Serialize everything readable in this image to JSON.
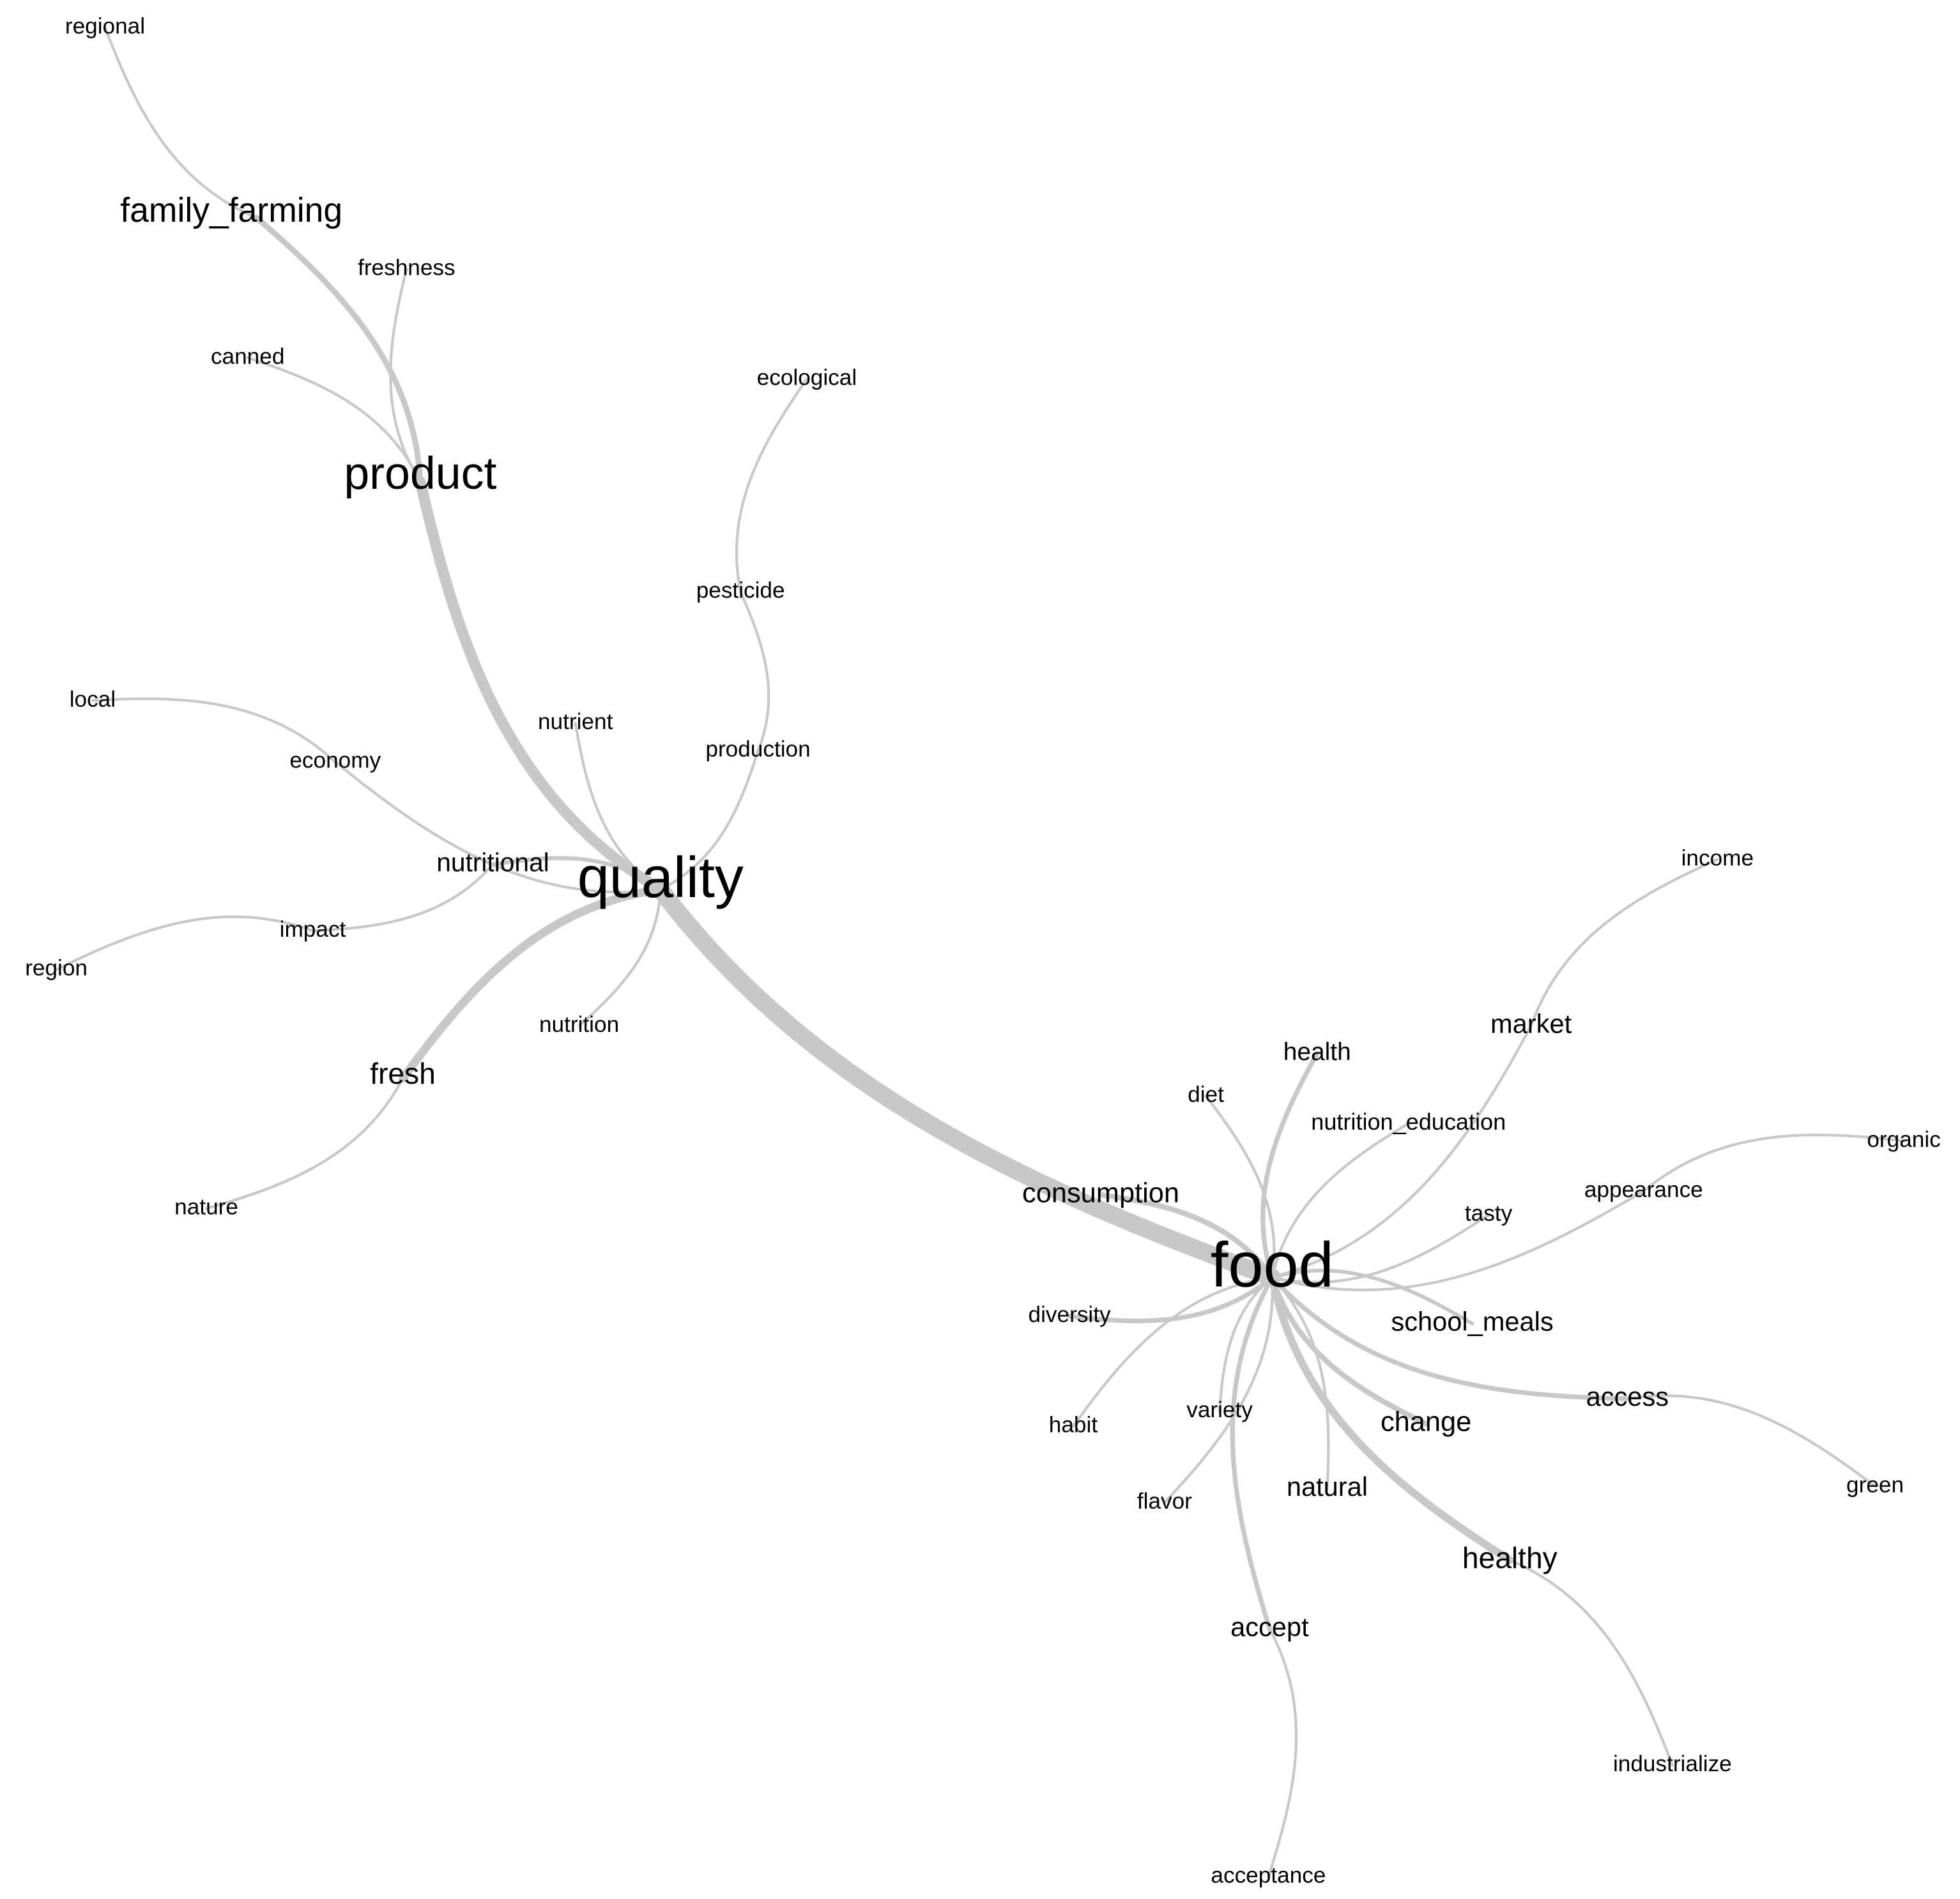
{
  "graph": {
    "edge_color": "#c8c8c8",
    "text_color": "#000000",
    "background": "#ffffff",
    "nodes": [
      {
        "id": "regional",
        "label": "regional",
        "weight": 1
      },
      {
        "id": "family_farming",
        "label": "family_farming",
        "weight": 3
      },
      {
        "id": "freshness",
        "label": "freshness",
        "weight": 1
      },
      {
        "id": "canned",
        "label": "canned",
        "weight": 1
      },
      {
        "id": "product",
        "label": "product",
        "weight": 5
      },
      {
        "id": "ecological",
        "label": "ecological",
        "weight": 1
      },
      {
        "id": "pesticide",
        "label": "pesticide",
        "weight": 1
      },
      {
        "id": "local",
        "label": "local",
        "weight": 1
      },
      {
        "id": "economy",
        "label": "economy",
        "weight": 1
      },
      {
        "id": "nutrient",
        "label": "nutrient",
        "weight": 1
      },
      {
        "id": "production",
        "label": "production",
        "weight": 1
      },
      {
        "id": "nutritional",
        "label": "nutritional",
        "weight": 1.6
      },
      {
        "id": "quality",
        "label": "quality",
        "weight": 7
      },
      {
        "id": "impact",
        "label": "impact",
        "weight": 1
      },
      {
        "id": "region",
        "label": "region",
        "weight": 1
      },
      {
        "id": "nutrition",
        "label": "nutrition",
        "weight": 1
      },
      {
        "id": "fresh",
        "label": "fresh",
        "weight": 2.2
      },
      {
        "id": "nature",
        "label": "nature",
        "weight": 1
      },
      {
        "id": "income",
        "label": "income",
        "weight": 1
      },
      {
        "id": "market",
        "label": "market",
        "weight": 1.7
      },
      {
        "id": "health",
        "label": "health",
        "weight": 1.4
      },
      {
        "id": "diet",
        "label": "diet",
        "weight": 1
      },
      {
        "id": "nutrition_education",
        "label": "nutrition_education",
        "weight": 1.1
      },
      {
        "id": "organic",
        "label": "organic",
        "weight": 1
      },
      {
        "id": "consumption",
        "label": "consumption",
        "weight": 1.9
      },
      {
        "id": "appearance",
        "label": "appearance",
        "weight": 1
      },
      {
        "id": "tasty",
        "label": "tasty",
        "weight": 1
      },
      {
        "id": "food",
        "label": "food",
        "weight": 8
      },
      {
        "id": "diversity",
        "label": "diversity",
        "weight": 1
      },
      {
        "id": "school_meals",
        "label": "school_meals",
        "weight": 1.7
      },
      {
        "id": "access",
        "label": "access",
        "weight": 1.7
      },
      {
        "id": "habit",
        "label": "habit",
        "weight": 1
      },
      {
        "id": "variety",
        "label": "variety",
        "weight": 1
      },
      {
        "id": "change",
        "label": "change",
        "weight": 1.9
      },
      {
        "id": "green",
        "label": "green",
        "weight": 1
      },
      {
        "id": "flavor",
        "label": "flavor",
        "weight": 1
      },
      {
        "id": "natural",
        "label": "natural",
        "weight": 1.7
      },
      {
        "id": "healthy",
        "label": "healthy",
        "weight": 2.2
      },
      {
        "id": "accept",
        "label": "accept",
        "weight": 1.7
      },
      {
        "id": "industrialize",
        "label": "industrialize",
        "weight": 1
      },
      {
        "id": "acceptance",
        "label": "acceptance",
        "weight": 1
      }
    ],
    "edges": [
      {
        "source": "quality",
        "target": "food",
        "weight": 10
      },
      {
        "source": "quality",
        "target": "product",
        "weight": 6
      },
      {
        "source": "quality",
        "target": "fresh",
        "weight": 4.5
      },
      {
        "source": "quality",
        "target": "nutrient",
        "weight": 1
      },
      {
        "source": "quality",
        "target": "production",
        "weight": 1
      },
      {
        "source": "quality",
        "target": "economy",
        "weight": 1
      },
      {
        "source": "quality",
        "target": "nutritional",
        "weight": 1.8
      },
      {
        "source": "quality",
        "target": "nutrition",
        "weight": 1
      },
      {
        "source": "production",
        "target": "pesticide",
        "weight": 1
      },
      {
        "source": "pesticide",
        "target": "ecological",
        "weight": 1
      },
      {
        "source": "product",
        "target": "family_farming",
        "weight": 2.8
      },
      {
        "source": "product",
        "target": "freshness",
        "weight": 1
      },
      {
        "source": "product",
        "target": "canned",
        "weight": 1
      },
      {
        "source": "family_farming",
        "target": "regional",
        "weight": 1
      },
      {
        "source": "economy",
        "target": "local",
        "weight": 1
      },
      {
        "source": "nutritional",
        "target": "impact",
        "weight": 1
      },
      {
        "source": "impact",
        "target": "region",
        "weight": 1
      },
      {
        "source": "fresh",
        "target": "nature",
        "weight": 1
      },
      {
        "source": "food",
        "target": "consumption",
        "weight": 2.6
      },
      {
        "source": "food",
        "target": "health",
        "weight": 2.2
      },
      {
        "source": "food",
        "target": "diet",
        "weight": 1
      },
      {
        "source": "food",
        "target": "nutrition_education",
        "weight": 1
      },
      {
        "source": "food",
        "target": "market",
        "weight": 1
      },
      {
        "source": "market",
        "target": "income",
        "weight": 1
      },
      {
        "source": "food",
        "target": "appearance",
        "weight": 1
      },
      {
        "source": "appearance",
        "target": "organic",
        "weight": 1
      },
      {
        "source": "food",
        "target": "tasty",
        "weight": 1
      },
      {
        "source": "food",
        "target": "school_meals",
        "weight": 1.6
      },
      {
        "source": "food",
        "target": "access",
        "weight": 2.2
      },
      {
        "source": "access",
        "target": "green",
        "weight": 1
      },
      {
        "source": "food",
        "target": "healthy",
        "weight": 4
      },
      {
        "source": "healthy",
        "target": "industrialize",
        "weight": 1
      },
      {
        "source": "food",
        "target": "change",
        "weight": 2.6
      },
      {
        "source": "food",
        "target": "natural",
        "weight": 1
      },
      {
        "source": "food",
        "target": "accept",
        "weight": 2.2
      },
      {
        "source": "accept",
        "target": "acceptance",
        "weight": 1
      },
      {
        "source": "food",
        "target": "variety",
        "weight": 1
      },
      {
        "source": "food",
        "target": "flavor",
        "weight": 1
      },
      {
        "source": "food",
        "target": "habit",
        "weight": 1
      },
      {
        "source": "food",
        "target": "diversity",
        "weight": 2.2
      }
    ]
  }
}
